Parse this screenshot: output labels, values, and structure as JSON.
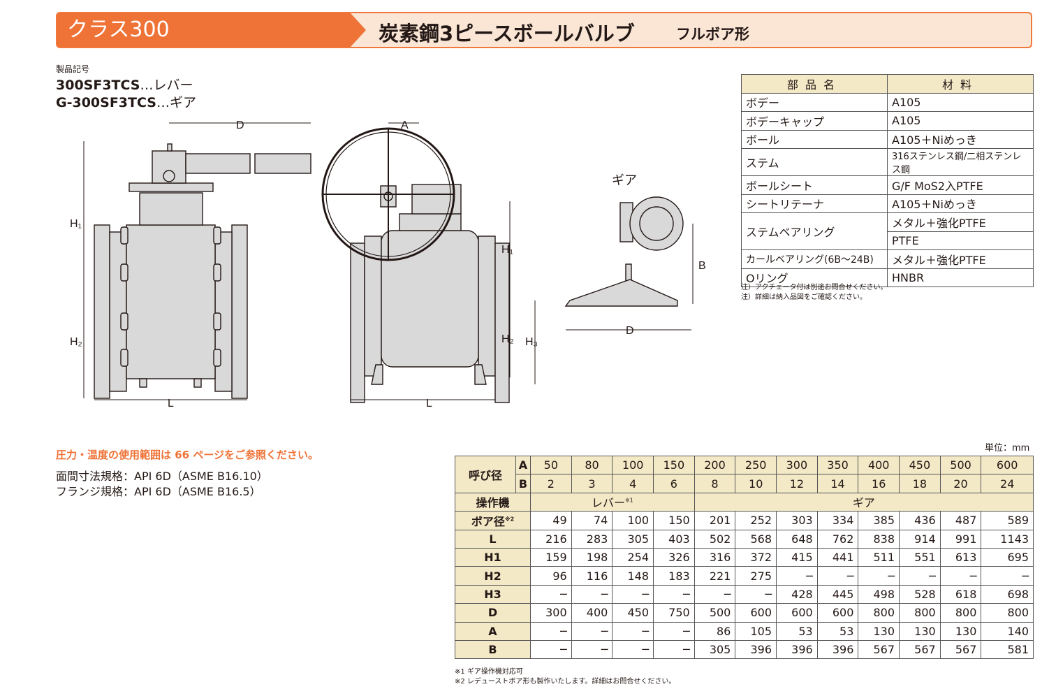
{
  "header": {
    "class_label": "クラス300",
    "title": "炭素鋼3ピースボールバルブ",
    "subtitle": "フルボア形"
  },
  "product": {
    "label": "製品記号",
    "code1": "300SF3TCS",
    "suffix1": "…レバー",
    "code2": "G-300SF3TCS",
    "suffix2": "…ギア"
  },
  "drawing": {
    "gear_label": "ギア",
    "D": "D",
    "A": "A",
    "B": "B",
    "L": "L",
    "H1": "H₁",
    "H2": "H₂",
    "H3": "H₃"
  },
  "materials": {
    "headers": [
      "部品名",
      "材料"
    ],
    "rows": [
      [
        "ボデー",
        "A105"
      ],
      [
        "ボデーキャップ",
        "A105"
      ],
      [
        "ボール",
        "A105＋Niめっき"
      ],
      [
        "ステム",
        "316ステンレス鋼/二相ステンレス鋼"
      ],
      [
        "ボールシート",
        "G/F MoS2入PTFE"
      ],
      [
        "シートリテーナ",
        "A105＋Niめっき"
      ],
      [
        "ステムベアリング",
        "メタル＋強化PTFE"
      ],
      [
        "",
        "PTFE"
      ],
      [
        "カールベアリング(6B～24B)",
        "メタル＋強化PTFE"
      ],
      [
        "Oリング",
        "HNBR"
      ]
    ],
    "notes": [
      "注）アクチェータ付は別途お問合せください。",
      "注）詳細は納入品図をご確認ください。"
    ]
  },
  "notes": {
    "range": "圧力・温度の使用範囲は 66 ページをご参照ください。",
    "std1": "面間寸法規格：API 6D（ASME B16.10）",
    "std2": "フランジ規格：API 6D（ASME B16.5）"
  },
  "dims": {
    "unit": "単位：mm",
    "nominal": "呼び径",
    "A": [
      50,
      80,
      100,
      150,
      200,
      250,
      300,
      350,
      400,
      450,
      500,
      600
    ],
    "B": [
      2,
      3,
      4,
      6,
      8,
      10,
      12,
      14,
      16,
      18,
      20,
      24
    ],
    "operation_label": "操作機",
    "lever": "レバー",
    "lever_mark": "※1",
    "gear": "ギア",
    "rows": [
      {
        "label": "ボア径",
        "mark": "※2",
        "values": [
          "49",
          "74",
          "100",
          "150",
          "201",
          "252",
          "303",
          "334",
          "385",
          "436",
          "487",
          "589"
        ]
      },
      {
        "label": "L",
        "values": [
          "216",
          "283",
          "305",
          "403",
          "502",
          "568",
          "648",
          "762",
          "838",
          "914",
          "991",
          "1143"
        ]
      },
      {
        "label": "H1",
        "values": [
          "159",
          "198",
          "254",
          "326",
          "316",
          "372",
          "415",
          "441",
          "511",
          "551",
          "613",
          "695"
        ]
      },
      {
        "label": "H2",
        "values": [
          "96",
          "116",
          "148",
          "183",
          "221",
          "275",
          "─",
          "─",
          "─",
          "─",
          "─",
          "─"
        ]
      },
      {
        "label": "H3",
        "values": [
          "─",
          "─",
          "─",
          "─",
          "─",
          "─",
          "428",
          "445",
          "498",
          "528",
          "618",
          "698"
        ]
      },
      {
        "label": "D",
        "values": [
          "300",
          "400",
          "450",
          "750",
          "500",
          "600",
          "600",
          "600",
          "800",
          "800",
          "800",
          "800"
        ]
      },
      {
        "label": "A",
        "values": [
          "─",
          "─",
          "─",
          "─",
          "86",
          "105",
          "53",
          "53",
          "130",
          "130",
          "130",
          "140"
        ]
      },
      {
        "label": "B",
        "values": [
          "─",
          "─",
          "─",
          "─",
          "305",
          "396",
          "396",
          "396",
          "567",
          "567",
          "567",
          "581"
        ]
      }
    ],
    "footnotes": [
      "※1 ギア操作機対応可",
      "※2 レデューストボア形も製作いたします。詳細はお問合せください。"
    ]
  }
}
